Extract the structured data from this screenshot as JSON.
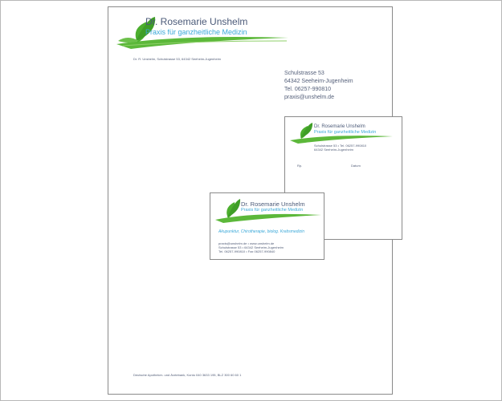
{
  "letterhead": {
    "name": "Dr. Rosemarie Unshelm",
    "tagline": "Praxis für ganzheitliche Medizin",
    "sender_line": "Dr. R. Unshelm, Schulstrasse 53, 64342 Seeheim-Jugenheim",
    "address": [
      "Schulstrasse 53",
      "64342 Seeheim-Jugenheim",
      "Tel. 06257-990810",
      "praxis@unshelm.de"
    ],
    "footer": "Deutsche Apotheker- und Ärztebank, Konto 040 3633 195, BLZ 300 60 60 1"
  },
  "prescription": {
    "name": "Dr. Rosemarie Unshelm",
    "tagline": "Praxis für ganzheitliche Medizin",
    "address_lines": [
      "Schulstrasse 53 • Tel. 06257-990810",
      "64342 Seeheim-Jugenheim"
    ],
    "rp_label": "Rp.",
    "date_label": "Datum"
  },
  "business_card": {
    "name": "Dr. Rosemarie Unshelm",
    "tagline": "Praxis für ganzheitliche Medizin",
    "services": "Akupunktur, Chirotherapie, biolog. Krebsmedizin",
    "contact_lines": [
      "praxis@unshelm.de • www.unshelm.de",
      "Schulstrasse 53 • 64342 Seeheim-Jugenheim",
      "Tel. 06257-990810 • Fax 06257-990840"
    ]
  },
  "colors": {
    "name": "#4b5a78",
    "tagline": "#3aa8d8",
    "leaf": "#4caf2e"
  }
}
